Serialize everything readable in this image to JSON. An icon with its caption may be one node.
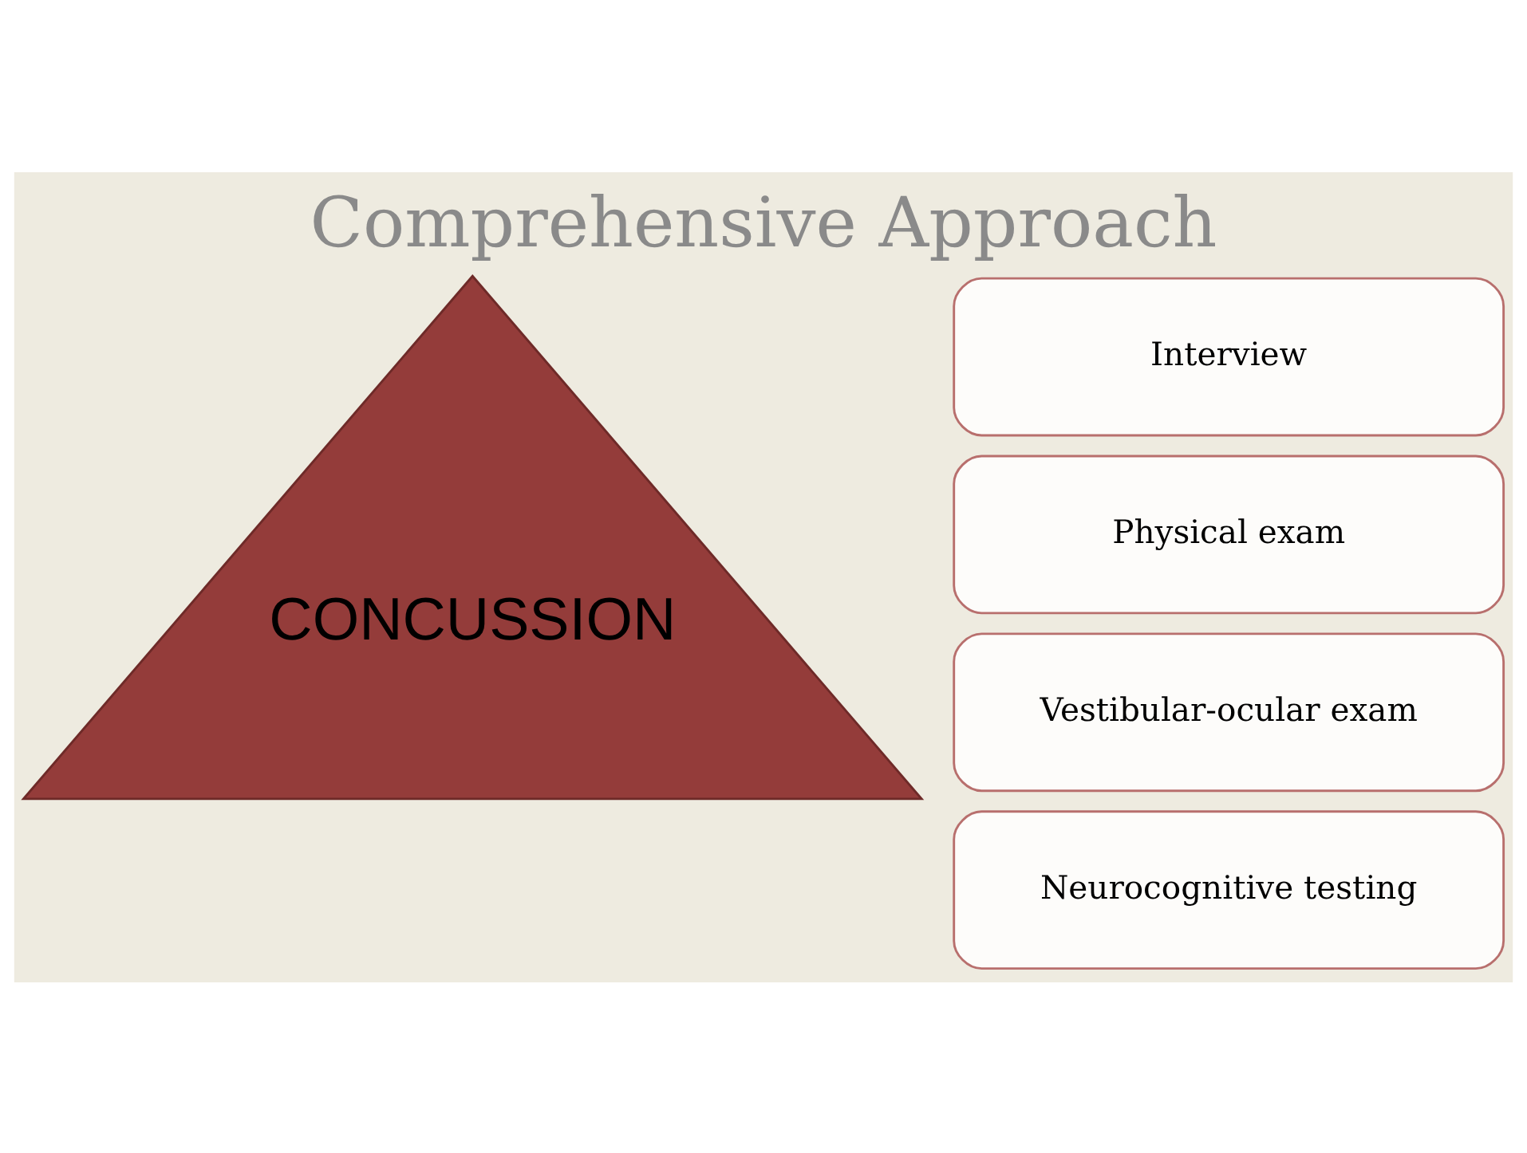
{
  "diagram": {
    "title": "Comprehensive Approach",
    "nodes": [
      {
        "text": [
          "CONCUSSION"
        ]
      },
      {
        "text": [
          "Interview"
        ]
      },
      {
        "text": [
          "Physical exam"
        ]
      },
      {
        "text": [
          "Vestibular-ocular exam"
        ]
      },
      {
        "text": [
          "Neurocognitive testing"
        ]
      }
    ]
  }
}
